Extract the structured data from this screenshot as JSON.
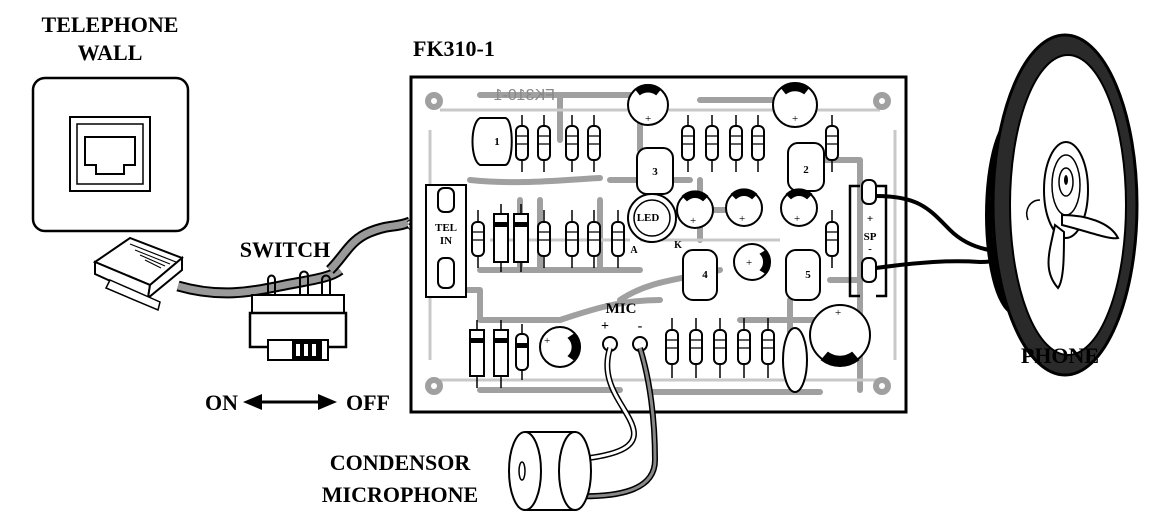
{
  "labels": {
    "telephone_line1": "TELEPHONE",
    "telephone_line2": "WALL",
    "board_title": "FK310-1",
    "board_silk": "FK310-1",
    "switch": "SWITCH",
    "on": "ON",
    "off": "OFF",
    "phone": "PHONE",
    "condensor_line1": "CONDENSOR",
    "condensor_line2": "MICROPHONE",
    "tel": "TEL",
    "in": "IN",
    "sp": "SP",
    "mic": "MIC",
    "mic_plus": "+",
    "mic_minus": "-",
    "led": "LED",
    "led_a": "A",
    "led_k": "K",
    "ic1": "1",
    "ic2": "2",
    "ic3": "3",
    "ic4": "4",
    "ic5": "5"
  }
}
